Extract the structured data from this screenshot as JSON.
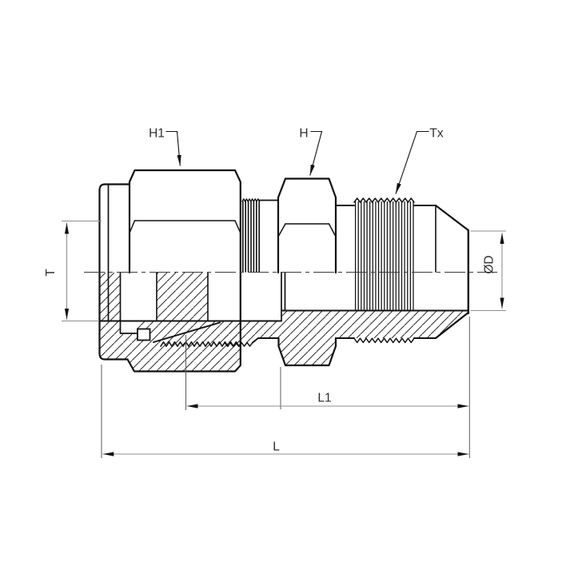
{
  "drawing": {
    "labels": {
      "h1": "H1",
      "h": "H",
      "tx": "Tx",
      "t": "T",
      "d": "ØD",
      "l1": "L1",
      "l": "L"
    },
    "colors": {
      "line": "#111111",
      "dimension": "#8f8f8f",
      "background": "#ffffff"
    }
  }
}
